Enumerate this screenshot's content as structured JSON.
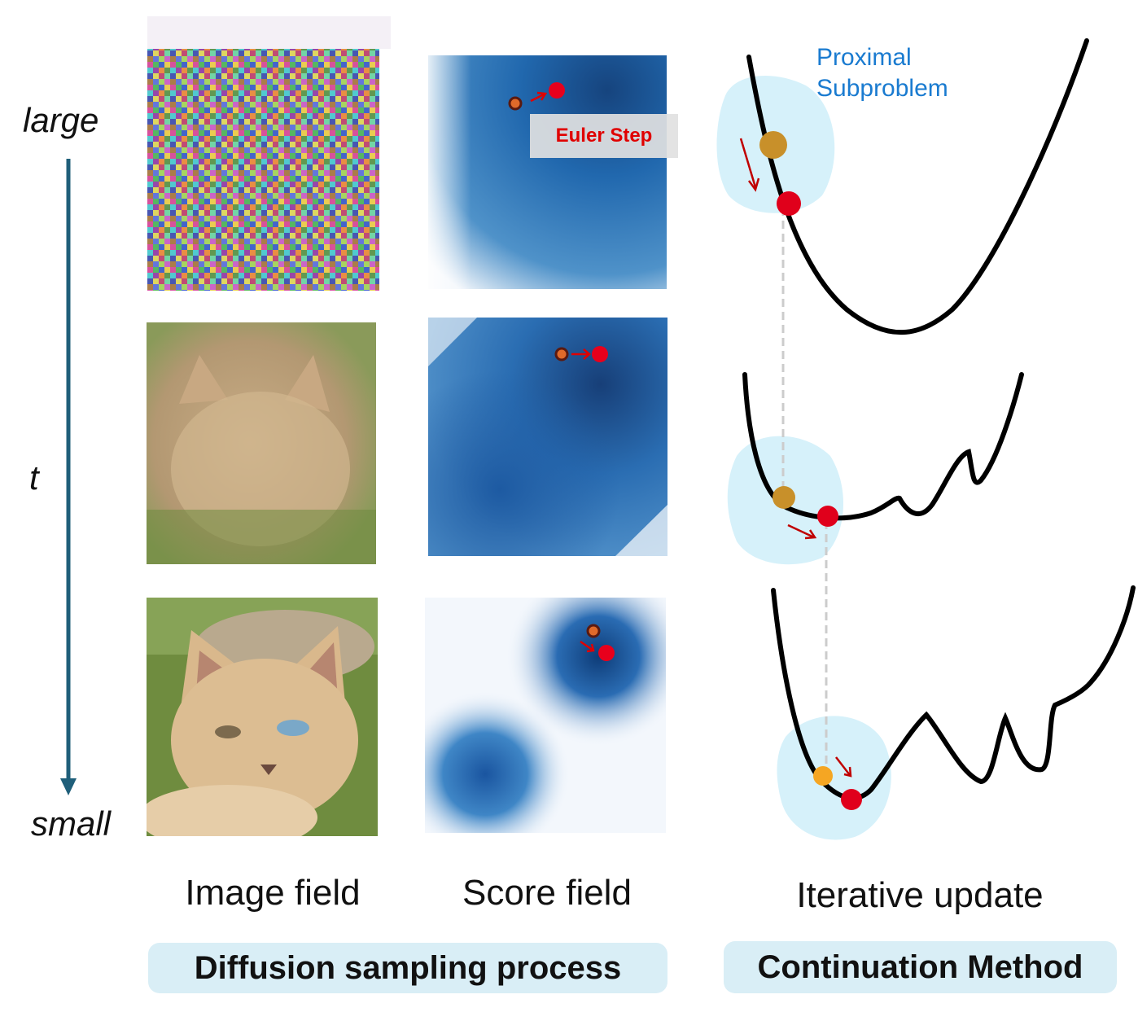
{
  "time_axis": {
    "top_label": "large",
    "mid_label": "t",
    "bottom_label": "small"
  },
  "columns": {
    "image_field": "Image field",
    "score_field": "Score field",
    "iterative_update": "Iterative update"
  },
  "groups": {
    "diffusion": "Diffusion sampling process",
    "continuation": "Continuation Method"
  },
  "annotations": {
    "euler_step": "Euler Step",
    "proximal_line1": "Proximal",
    "proximal_line2": "Subproblem"
  },
  "colors": {
    "arrow": "#1f5f7a",
    "score_blue": "#1f66ad",
    "proximal_region": "#d6f1fa",
    "point_prev": "#c8902a",
    "point_next": "#e0001b",
    "group_pill": "#d9eef6"
  }
}
